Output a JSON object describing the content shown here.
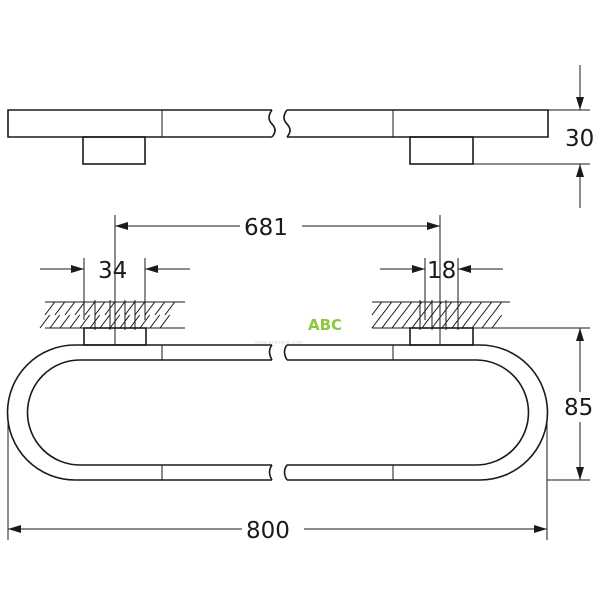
{
  "dimensions": {
    "height_top_view": "30",
    "center_distance": "681",
    "bracket_width": "34",
    "bracket_offset": "18",
    "depth": "85",
    "overall_length": "800"
  },
  "watermark": {
    "text": "ABC",
    "subtext": "www.example.com"
  },
  "colors": {
    "line": "#1a1a1a",
    "background": "#ffffff",
    "watermark_accent": "#8dc63f"
  }
}
